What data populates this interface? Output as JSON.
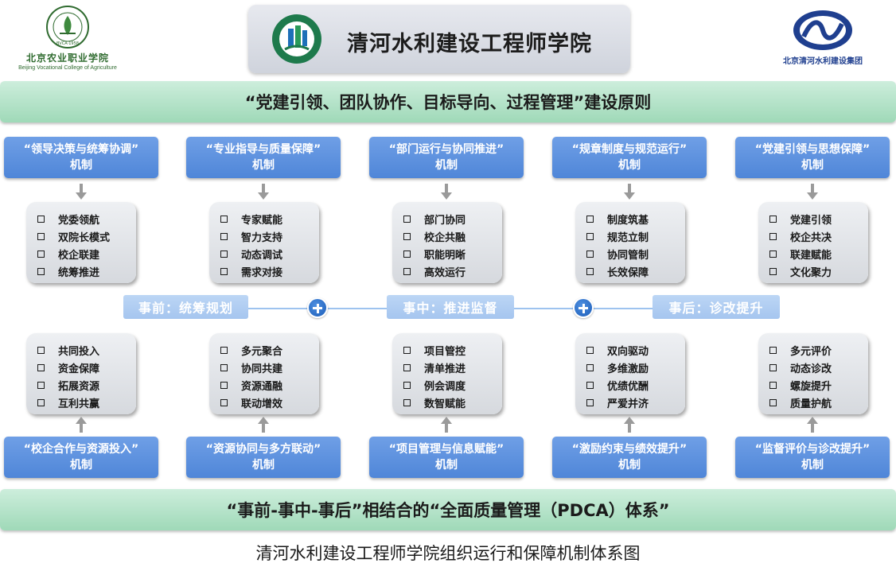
{
  "header": {
    "left_logo": {
      "name_cn": "北京农业职业学院",
      "name_en": "Beijing Vocational College of Agriculture",
      "seal_text": "BVCA·1958"
    },
    "title": "清河水利建设工程师学院",
    "right_logo": {
      "name_cn": "北京清河水利建设集团"
    }
  },
  "top_banner": "“党建引领、团队协作、目标导向、过程管理”建设原则",
  "top_mechanisms": [
    {
      "line1": "“领导决策与统筹协调”",
      "line2": "机制",
      "items": [
        "党委领航",
        "双院长模式",
        "校企联建",
        "统筹推进"
      ]
    },
    {
      "line1": "“专业指导与质量保障”",
      "line2": "机制",
      "items": [
        "专家赋能",
        "智力支持",
        "动态调试",
        "需求对接"
      ]
    },
    {
      "line1": "“部门运行与协同推进”",
      "line2": "机制",
      "items": [
        "部门协同",
        "校企共融",
        "职能明晰",
        "高效运行"
      ]
    },
    {
      "line1": "“规章制度与规范运行”",
      "line2": "机制",
      "items": [
        "制度筑基",
        "规范立制",
        "协同管制",
        "长效保障"
      ]
    },
    {
      "line1": "“党建引领与思想保障”",
      "line2": "机制",
      "items": [
        "党建引领",
        "校企共决",
        "联建赋能",
        "文化聚力"
      ]
    }
  ],
  "phases": [
    "事前：统筹规划",
    "事中：推进监督",
    "事后：诊改提升"
  ],
  "bottom_mechanisms": [
    {
      "line1": "“校企合作与资源投入”",
      "line2": "机制",
      "items": [
        "共同投入",
        "资金保障",
        "拓展资源",
        "互利共赢"
      ]
    },
    {
      "line1": "“资源协同与多方联动”",
      "line2": "机制",
      "items": [
        "多元聚合",
        "协同共建",
        "资源通融",
        "联动增效"
      ]
    },
    {
      "line1": "“项目管理与信息赋能”",
      "line2": "机制",
      "items": [
        "项目管控",
        "清单推进",
        "例会调度",
        "数智赋能"
      ]
    },
    {
      "line1": "“激励约束与绩效提升”",
      "line2": "机制",
      "items": [
        "双向驱动",
        "多维激励",
        "优绩优酬",
        "严爱并济"
      ]
    },
    {
      "line1": "“监督评价与诊改提升”",
      "line2": "机制",
      "items": [
        "多元评价",
        "动态诊改",
        "螺旋提升",
        "质量护航"
      ]
    }
  ],
  "bottom_banner": "“事前-事中-事后”相结合的“全面质量管理（PDCA）体系”",
  "caption": "清河水利建设工程师学院组织运行和保障机制体系图",
  "colors": {
    "mechanism_blue": "#5b8fdd",
    "banner_green": "#b6e4c9",
    "card_grey": "#e2e4e8",
    "phase_blue": "#aecbf1",
    "plus_blue": "#2a6cc6"
  }
}
